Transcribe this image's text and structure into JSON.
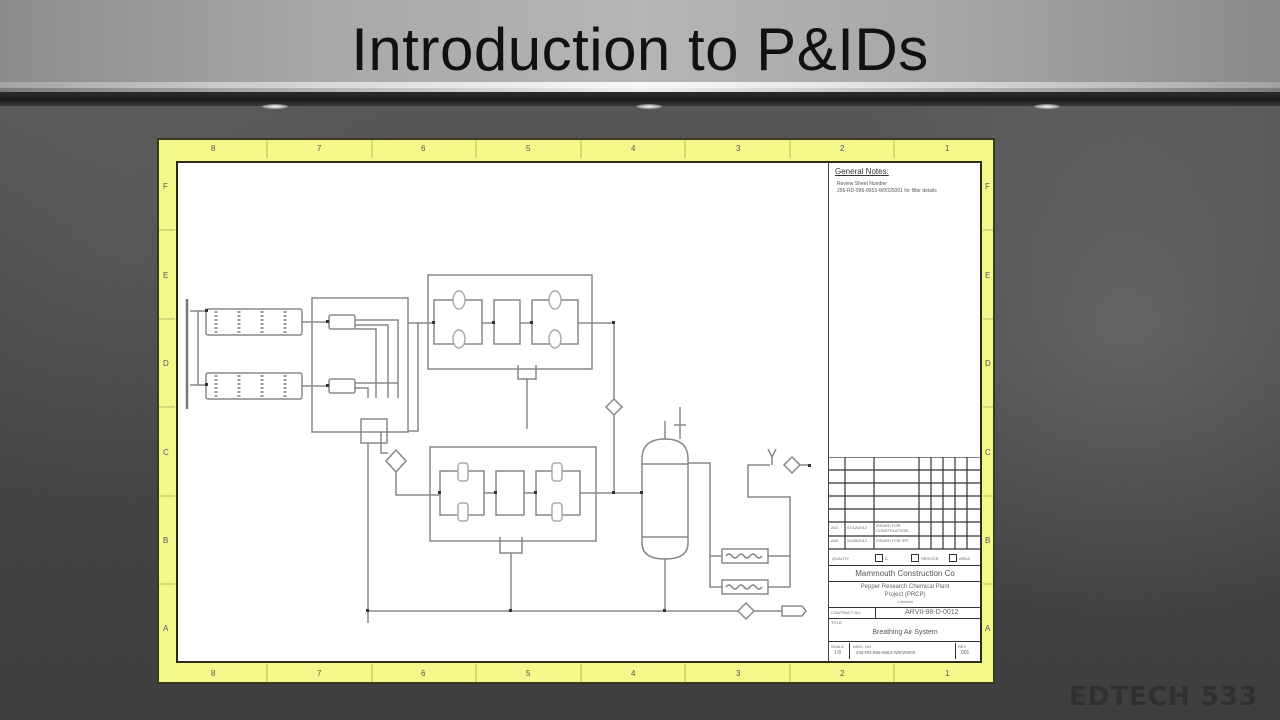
{
  "slide": {
    "title": "Introduction to P&IDs",
    "watermark": "EDTECH 533"
  },
  "sheet": {
    "border_color": "#f4f88a",
    "column_zones": [
      "8",
      "7",
      "6",
      "5",
      "4",
      "3",
      "2",
      "1"
    ],
    "row_zones": [
      "F",
      "E",
      "D",
      "C",
      "B",
      "A"
    ]
  },
  "notes": {
    "heading": "General Notes:",
    "line1": "Review Sheet Number",
    "line2": "256-RD-996-9653-W0025001 for filter details"
  },
  "title_block": {
    "rev_rows": [
      {
        "rev": "A01",
        "date": "07/12/2012",
        "desc": "ISSUED FOR CONSTRUCTION"
      },
      {
        "rev": "A00",
        "date": "02/08/2012",
        "desc": "ISSUED FOR IFR"
      }
    ],
    "checkboxes": [
      "QUALITY",
      "A",
      "SERVICE",
      "AREA"
    ],
    "company": "Mammouth Construction Co",
    "project_line1": "Pepper Research Chemical Plant",
    "project_line2": "Project (PRCP)",
    "project_line3": "Colorado",
    "contract_label": "CONTRACT NO.",
    "contract_no": "ARVII-98-D-0012",
    "title_label": "TITLE",
    "drawing_title": "Breathing Air System",
    "scale_label": "SCALE",
    "scale": "1:8",
    "dwg_label": "DWG. NO.",
    "dwg_no": "256-RD-996-9653-W0025000",
    "rev_label": "REV",
    "rev": "001"
  },
  "diagram": {
    "equipment": [
      "air-intake-header",
      "compressor-rack-upper",
      "compressor-rack-lower",
      "aftercooler-skid",
      "dryer-skid-upper",
      "dryer-skid-lower",
      "receiver-vessel",
      "heat-exchanger-upper",
      "heat-exchanger-lower",
      "relief-valve",
      "outlet-connector"
    ]
  }
}
